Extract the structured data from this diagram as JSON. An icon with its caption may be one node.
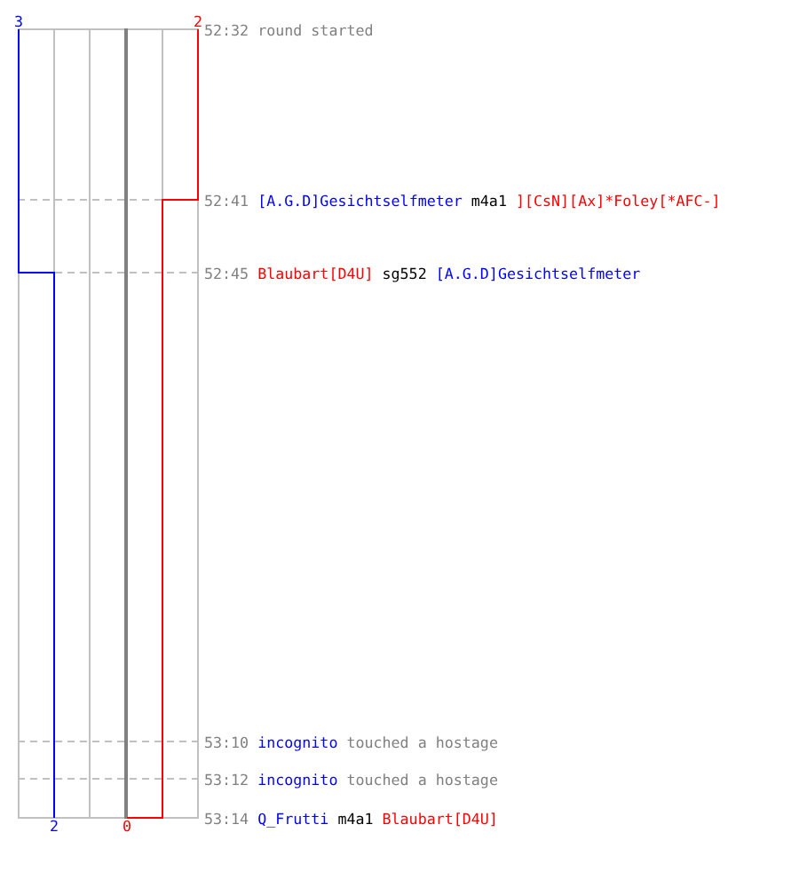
{
  "diagram": {
    "labels": [
      "3",
      "2",
      "52:32",
      "round started",
      "52:41",
      "[A.G.D]Gesichtselfmeter",
      "m4a1",
      "][CsN][Ax]*Foley[*AFC-]",
      "52:45",
      "Blaubart[D4U]",
      "sg552",
      "[A.G.D]Gesichtselfmeter",
      "53:10",
      "incognito",
      "touched a hostage",
      "53:12",
      "incognito",
      "touched a hostage",
      "2",
      "0",
      "53:14",
      "Q_Frutti",
      "m4a1",
      "Blaubart[D4U]"
    ]
  }
}
